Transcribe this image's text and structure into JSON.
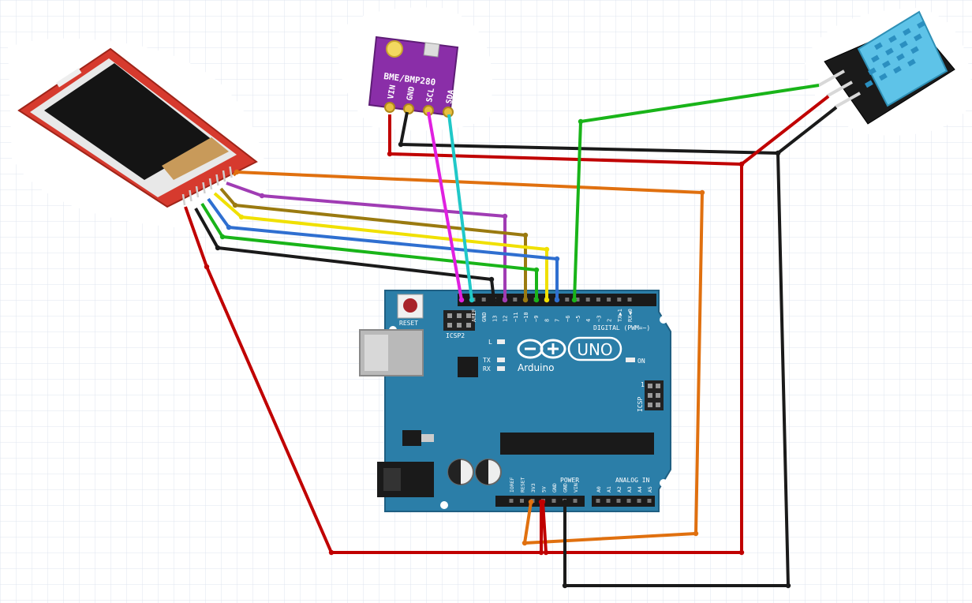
{
  "bme280": {
    "title": "BME/BMP280",
    "pins": [
      "VIN",
      "GND",
      "SCL",
      "SDA"
    ]
  },
  "arduino": {
    "brand": "Arduino",
    "model": "UNO",
    "reset_label": "RESET",
    "icsp2_label": "ICSP2",
    "icsp_label": "ICSP",
    "icsp_pin1": "1",
    "digital_label": "DIGITAL (PWM=~)",
    "power_label": "POWER",
    "analog_label": "ANALOG IN",
    "on_label": "ON",
    "led_l": "L",
    "led_tx": "TX",
    "led_rx": "RX",
    "digital_pins": [
      "AREF",
      "GND",
      "13",
      "12",
      "~11",
      "~10",
      "~9",
      "8",
      "7",
      "~6",
      "~5",
      "4",
      "~3",
      "2",
      "TX▶1",
      "RX◀0"
    ],
    "power_pins": [
      "IOREF",
      "RESET",
      "3V3",
      "5V",
      "GND",
      "GND",
      "VIN"
    ],
    "analog_pins": [
      "A0",
      "A1",
      "A2",
      "A3",
      "A4",
      "A5"
    ]
  },
  "wire_colors": {
    "red": "#c00000",
    "black": "#1a1a1a",
    "green": "#19b419",
    "orange": "#e0700f",
    "purple": "#a03cb4",
    "olive": "#9a7a10",
    "yellow": "#f0e000",
    "blue": "#2f6fd0",
    "magenta": "#e020e0",
    "cyan": "#20c8c8",
    "board": "#2b7ea8"
  }
}
